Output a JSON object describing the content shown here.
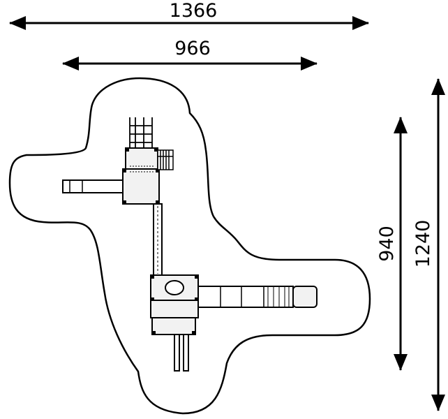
{
  "dimensions": {
    "total_width": "1366",
    "inner_width": "966",
    "inner_height": "940",
    "total_height": "1240"
  },
  "colors": {
    "line": "#000000",
    "background": "#ffffff",
    "component_fill": "#f2f2f2"
  }
}
